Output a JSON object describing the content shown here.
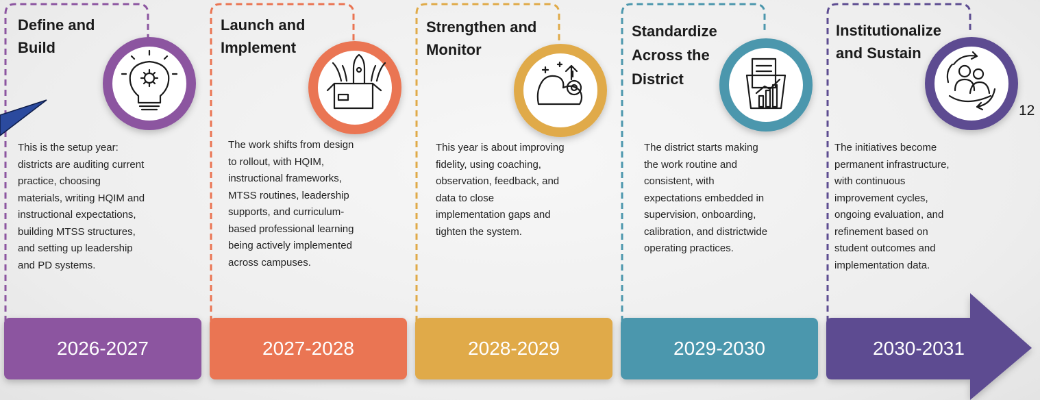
{
  "phases": [
    {
      "title_line1": "Define and",
      "title_line2": "Build",
      "title_line3": "",
      "icon": "lightbulb-gear-icon",
      "color": "#8c55a0",
      "desc": [
        "This is the setup year:",
        "districts are auditing current",
        "practice, choosing",
        "materials, writing HQIM and",
        "instructional expectations,",
        "building MTSS structures,",
        "and setting up leadership",
        "and PD systems."
      ],
      "year": "2026-2027"
    },
    {
      "title_line1": "Launch and",
      "title_line2": "Implement",
      "title_line3": "",
      "icon": "rocket-launch-icon",
      "color": "#ea7452",
      "desc": [
        "The work shifts from design",
        "to rollout, with HQIM,",
        "instructional frameworks,",
        "MTSS routines, leadership",
        "supports, and curriculum-",
        "based professional learning",
        "being actively implemented",
        "across campuses."
      ],
      "year": "2027-2028"
    },
    {
      "title_line1": "Strengthen and",
      "title_line2": "Monitor",
      "title_line3": "",
      "icon": "strength-gear-icon",
      "color": "#e0aa48",
      "desc": [
        "This year is about improving",
        "fidelity, using coaching,",
        "observation, feedback, and",
        "data to close",
        "implementation gaps and",
        "tighten the system."
      ],
      "year": "2028-2029"
    },
    {
      "title_line1": "Standardize",
      "title_line2": "Across the",
      "title_line3": "District",
      "icon": "document-chart-icon",
      "color": "#4c97ad",
      "desc": [
        "The district starts making",
        "the work routine and",
        "consistent, with",
        "expectations embedded in",
        "supervision, onboarding,",
        "calibration, and districtwide",
        "operating practices."
      ],
      "year": "2029-2030"
    },
    {
      "title_line1": "Institutionalize",
      "title_line2": "and Sustain",
      "title_line3": "",
      "icon": "people-cycle-icon",
      "color": "#5d4c91",
      "desc": [
        "The initiatives become",
        "permanent infrastructure,",
        "with continuous",
        "improvement cycles,",
        "ongoing evaluation, and",
        "refinement based on",
        "student outcomes and",
        "implementation data."
      ],
      "year": "2030-2031"
    }
  ],
  "page_number": "12",
  "callout_color": "#2b4a9e"
}
